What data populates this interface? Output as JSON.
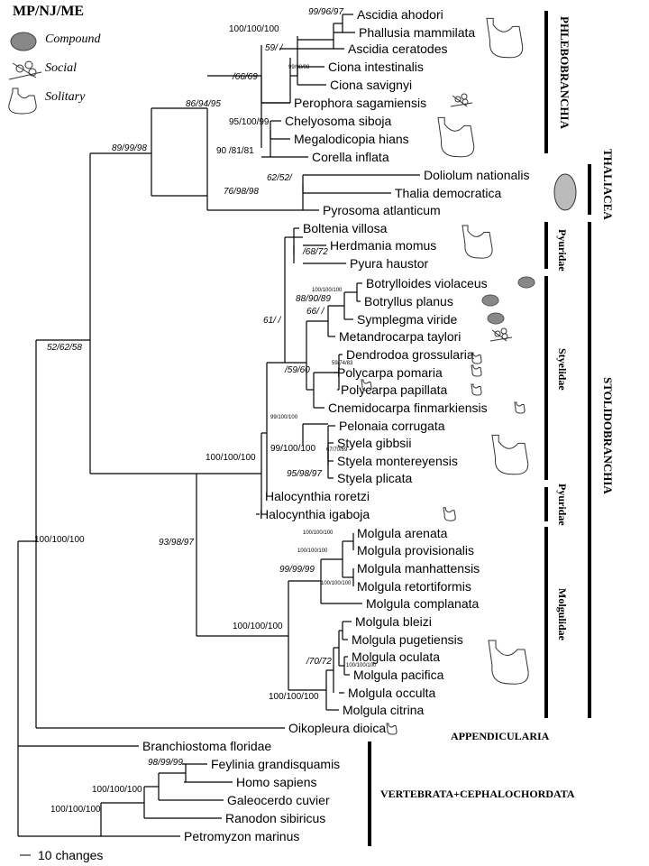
{
  "legend": {
    "title": "MP/NJ/ME",
    "items": [
      {
        "label": "Compound",
        "icon": "compound-colony-icon"
      },
      {
        "label": "Social",
        "icon": "social-colony-icon"
      },
      {
        "label": "Solitary",
        "icon": "solitary-ascidian-icon"
      }
    ]
  },
  "scale_bar": {
    "label": "10 changes"
  },
  "taxa": [
    "Ascidia ahodori",
    "Phallusia mammilata",
    "Ascidia ceratodes",
    "Ciona intestinalis",
    "Ciona savignyi",
    "Perophora sagamiensis",
    "Chelyosoma siboja",
    "Megalodicopia hians",
    "Corella inflata",
    "Doliolum nationalis",
    "Thalia democratica",
    "Pyrosoma atlanticum",
    "Boltenia villosa",
    "Herdmania momus",
    "Pyura haustor",
    "Botrylloides violaceus",
    "Botryllus planus",
    "Symplegma viride",
    "Metandrocarpa taylori",
    "Dendrodoa grossularia",
    "Polycarpa pomaria",
    "Polycarpa papillata",
    "Cnemidocarpa finmarkiensis",
    "Pelonaia corrugata",
    "Styela gibbsii",
    "Styela montereyensis",
    "Styela plicata",
    "Halocynthia roretzi",
    "Halocynthia igaboja",
    "Molgula arenata",
    "Molgula provisionalis",
    "Molgula manhattensis",
    "Molgula retortiformis",
    "Molgula complanata",
    "Molgula bleizi",
    "Molgula pugetiensis",
    "Molgula oculata",
    "Molgula pacifica",
    "Molgula occulta",
    "Molgula citrina",
    "Oikopleura dioica",
    "Branchiostoma floridae",
    "Feylinia grandisquamis",
    "Homo sapiens",
    "Galeocerdo cuvier",
    "Ranodon sibiricus",
    "Petromyzon marinus"
  ],
  "support": [
    "99/96/97",
    "100/100/100",
    "59/ /",
    "99/98/98",
    "/66/69",
    "86/94/95",
    "95/100/99",
    "90 /81/81",
    "89/99/98",
    "62/52/",
    "76/98/98",
    "/68/72",
    "100/100/100",
    "88/90/89",
    "66/ /",
    "61/ /",
    "59/74/83",
    "/59/60",
    "99/100/100",
    "67/70/69",
    "99/100/100",
    "95/98/97",
    "100/100/100",
    "52/62/58",
    "100/100/100",
    "100/100/100",
    "100/100/100",
    "99/99/99",
    "100/100/100",
    "/70/72",
    "100/100/100",
    "100/100/100",
    "93/98/97",
    "100/100/100",
    "98/99/99",
    "100/100/100",
    "100/100/100"
  ],
  "groups": {
    "phlebobranchia": "PHLEBOBRANCHIA",
    "thaliacea": "THALIACEA",
    "pyuridae_1": "Pyuridae",
    "styelidae": "Styelidae",
    "pyuridae_2": "Pyuridae",
    "molgulidae": "Molgulidae",
    "stolidobranchia": "STOLIDOBRANCHIA",
    "appendicularia": "APPENDICULARIA",
    "vertebrata": "VERTEBRATA+CEPHALOCHORDATA"
  }
}
